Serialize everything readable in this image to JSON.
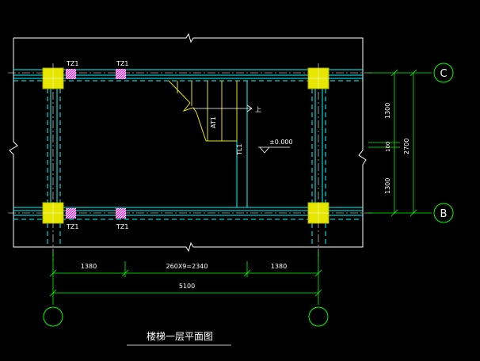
{
  "drawing": {
    "title": "楼梯一层平面图",
    "axes": {
      "top_right": "C",
      "bottom_right": "B",
      "bottom_left": "",
      "bottom_right_col": ""
    },
    "column_labels": {
      "top_1": "TZ1",
      "top_2": "TZ1",
      "bottom_1": "TZ1",
      "bottom_2": "TZ1"
    },
    "stair": {
      "flight_label": "AT1",
      "up_label": "上",
      "beam_label": "TL1",
      "elevation": "±0.000"
    },
    "dims_horizontal": {
      "left": "1380",
      "middle": "260X9=2340",
      "right": "1380",
      "total": "5100"
    },
    "dims_vertical": {
      "top": "1300",
      "middle": "100",
      "bottom": "1300",
      "total": "2700"
    }
  }
}
